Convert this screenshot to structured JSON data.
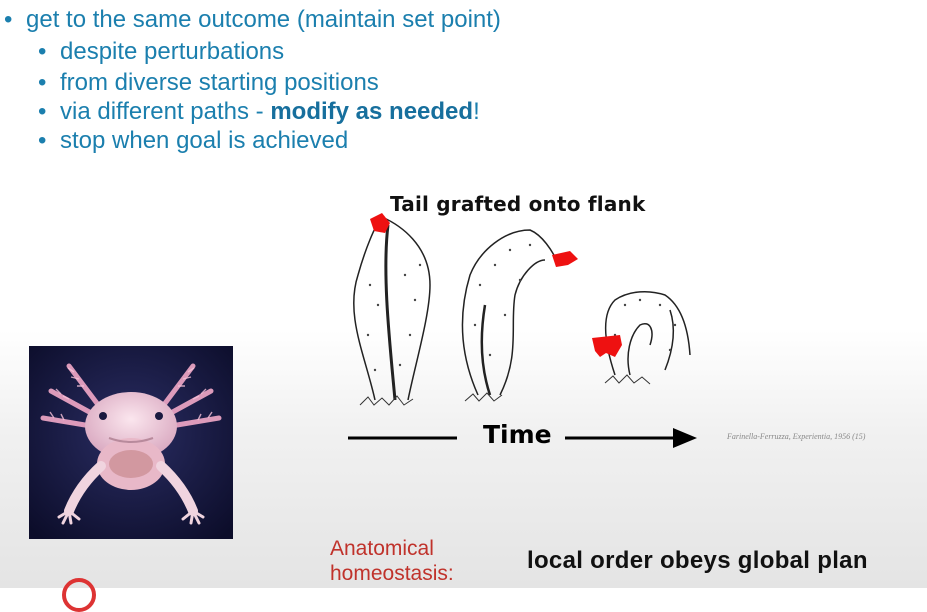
{
  "bullets": {
    "main": "get to the same outcome (maintain set point)",
    "sub": [
      "despite perturbations",
      "from diverse starting positions",
      "via different paths - ",
      "stop when goal is achieved"
    ],
    "emphasis": "modify as needed",
    "emphasis_suffix": "!",
    "bullet_glyph": "•"
  },
  "figure": {
    "title": "Tail grafted onto flank",
    "time_label": "Time",
    "citation": "Farinella-Ferruzza, Experientia, 1956 (15)",
    "highlight_color": "#ee1111"
  },
  "footer": {
    "anatomical": "Anatomical",
    "homeostasis": "homeostasis:",
    "plan": "local order obeys global plan"
  },
  "colors": {
    "bullet_text": "#1b7fae",
    "anatomical": "#c0322b",
    "photo_bg": "#14163a"
  }
}
